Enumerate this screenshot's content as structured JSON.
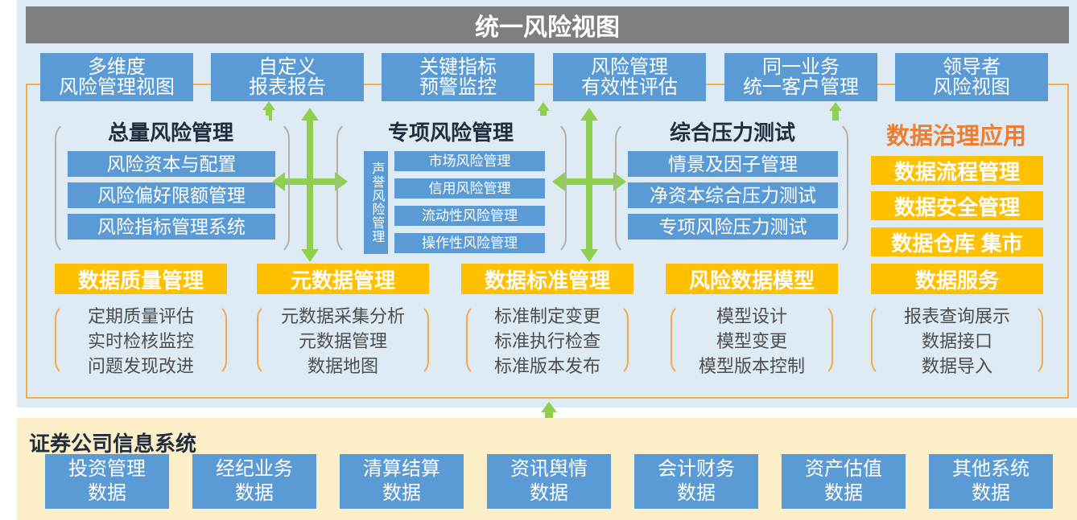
{
  "top": {
    "title": "统一风险视图",
    "views": [
      {
        "line1": "多维度",
        "line2": "风险管理视图"
      },
      {
        "line1": "自定义",
        "line2": "报表报告"
      },
      {
        "line1": "关键指标",
        "line2": "预警监控"
      },
      {
        "line1": "风险管理",
        "line2": "有效性评估"
      },
      {
        "line1": "同一业务",
        "line2": "统一客户管理"
      },
      {
        "line1": "领导者",
        "line2": "风险视图"
      }
    ]
  },
  "middle": {
    "total_risk": {
      "title": "总量风险管理",
      "items": [
        "风险资本与配置",
        "风险偏好限额管理",
        "风险指标管理系统"
      ]
    },
    "special_risk": {
      "title": "专项风险管理",
      "side_label": "声誉风险管理",
      "items": [
        "市场风险管理",
        "信用风险管理",
        "流动性风险管理",
        "操作性风险管理"
      ]
    },
    "stress_test": {
      "title": "综合压力测试",
      "items": [
        "情景及因子管理",
        "净资本综合压力测试",
        "专项风险压力测试"
      ]
    },
    "governance": {
      "title": "数据治理应用",
      "items": [
        "数据流程管理",
        "数据安全管理",
        "数据仓库 集市"
      ]
    },
    "data_sections": [
      {
        "title": "数据质量管理",
        "items": [
          "定期质量评估",
          "实时检核监控",
          "问题发现改进"
        ]
      },
      {
        "title": "元数据管理",
        "items": [
          "元数据采集分析",
          "元数据管理",
          "数据地图"
        ]
      },
      {
        "title": "数据标准管理",
        "items": [
          "标准制定变更",
          "标准执行检查",
          "标准版本发布"
        ]
      },
      {
        "title": "风险数据模型",
        "items": [
          "模型设计",
          "模型变更",
          "模型版本控制"
        ]
      },
      {
        "title": "数据服务",
        "items": [
          "报表查询展示",
          "数据接口",
          "数据导入"
        ]
      }
    ]
  },
  "bottom": {
    "title": "证券公司信息系统",
    "systems": [
      {
        "line1": "投资管理",
        "line2": "数据"
      },
      {
        "line1": "经纪业务",
        "line2": "数据"
      },
      {
        "line1": "清算结算",
        "line2": "数据"
      },
      {
        "line1": "资讯舆情",
        "line2": "数据"
      },
      {
        "line1": "会计财务",
        "line2": "数据"
      },
      {
        "line1": "资产估值",
        "line2": "数据"
      },
      {
        "line1": "其他系统",
        "line2": "数据"
      }
    ]
  },
  "colors": {
    "panel_bg": "#deebf5",
    "title_bar": "#7f7f7f",
    "box_blue": "#5b9bd5",
    "gold": "#ffc000",
    "orange_title": "#ed7d31",
    "arrow_green": "#8fd14f",
    "bottom_bg": "#fdf0c8"
  }
}
